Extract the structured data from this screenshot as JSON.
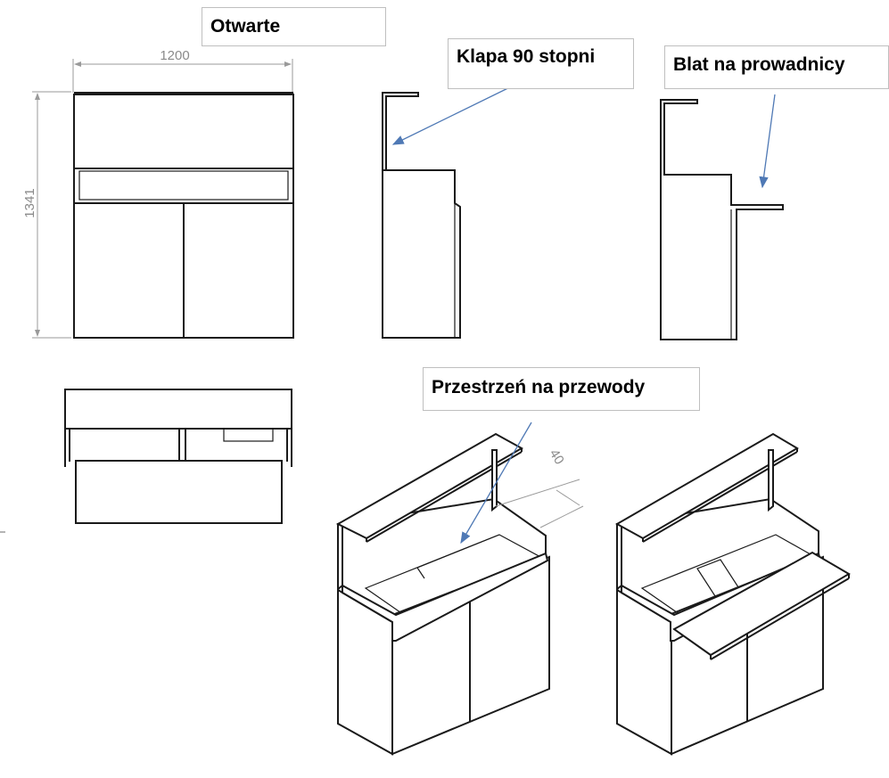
{
  "labels": {
    "open": "Otwarte",
    "flap": "Klapa 90 stopni",
    "rail_top": "Blat na prowadnicy",
    "cable_space": "Przestrzeń na przewody"
  },
  "dimensions": {
    "width": "1200",
    "height": "1341",
    "gap": "40"
  },
  "colors": {
    "line": "#1a1a1a",
    "dimension": "#8a8a8a",
    "arrow": "#4f79b5"
  }
}
